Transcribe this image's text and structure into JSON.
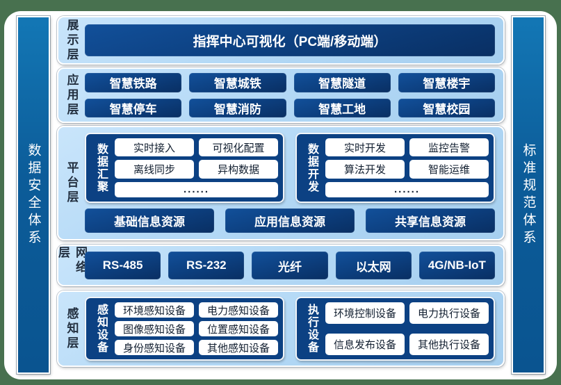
{
  "colors": {
    "frame_green": "#48714f",
    "canvas_white": "#ffffff",
    "pillar_blue": "#0d5f9f",
    "layer_light_blue": "#b4d9f6",
    "block_dark_blue": "#0d4182",
    "label_dark": "#233040"
  },
  "left_pillar": {
    "label": "数据安全体系"
  },
  "right_pillar": {
    "label": "标准规范体系"
  },
  "layers": [
    {
      "label": "展示层",
      "banner": "指挥中心可视化（PC端/移动端）"
    },
    {
      "label": "应用层",
      "buttons": [
        "智慧铁路",
        "智慧城铁",
        "智慧隧道",
        "智慧楼宇",
        "智慧停车",
        "智慧消防",
        "智慧工地",
        "智慧校园"
      ]
    },
    {
      "label": "平台层",
      "groups": [
        {
          "label": "数据汇聚",
          "items": [
            "实时接入",
            "可视化配置",
            "离线同步",
            "异构数据"
          ],
          "more": "......"
        },
        {
          "label": "数据开发",
          "items": [
            "实时开发",
            "监控告警",
            "算法开发",
            "智能运维"
          ],
          "more": "......"
        }
      ],
      "resources": [
        "基础信息资源",
        "应用信息资源",
        "共享信息资源"
      ]
    },
    {
      "label": "网络层",
      "buttons": [
        "RS-485",
        "RS-232",
        "光纤",
        "以太网",
        "4G/NB-IoT"
      ]
    },
    {
      "label": "感知层",
      "groups": [
        {
          "label": "感知设备",
          "items": [
            "环境感知设备",
            "电力感知设备",
            "图像感知设备",
            "位置感知设备",
            "身份感知设备",
            "其他感知设备"
          ]
        },
        {
          "label": "执行设备",
          "items": [
            "环境控制设备",
            "电力执行设备",
            "信息发布设备",
            "其他执行设备"
          ]
        }
      ]
    }
  ]
}
